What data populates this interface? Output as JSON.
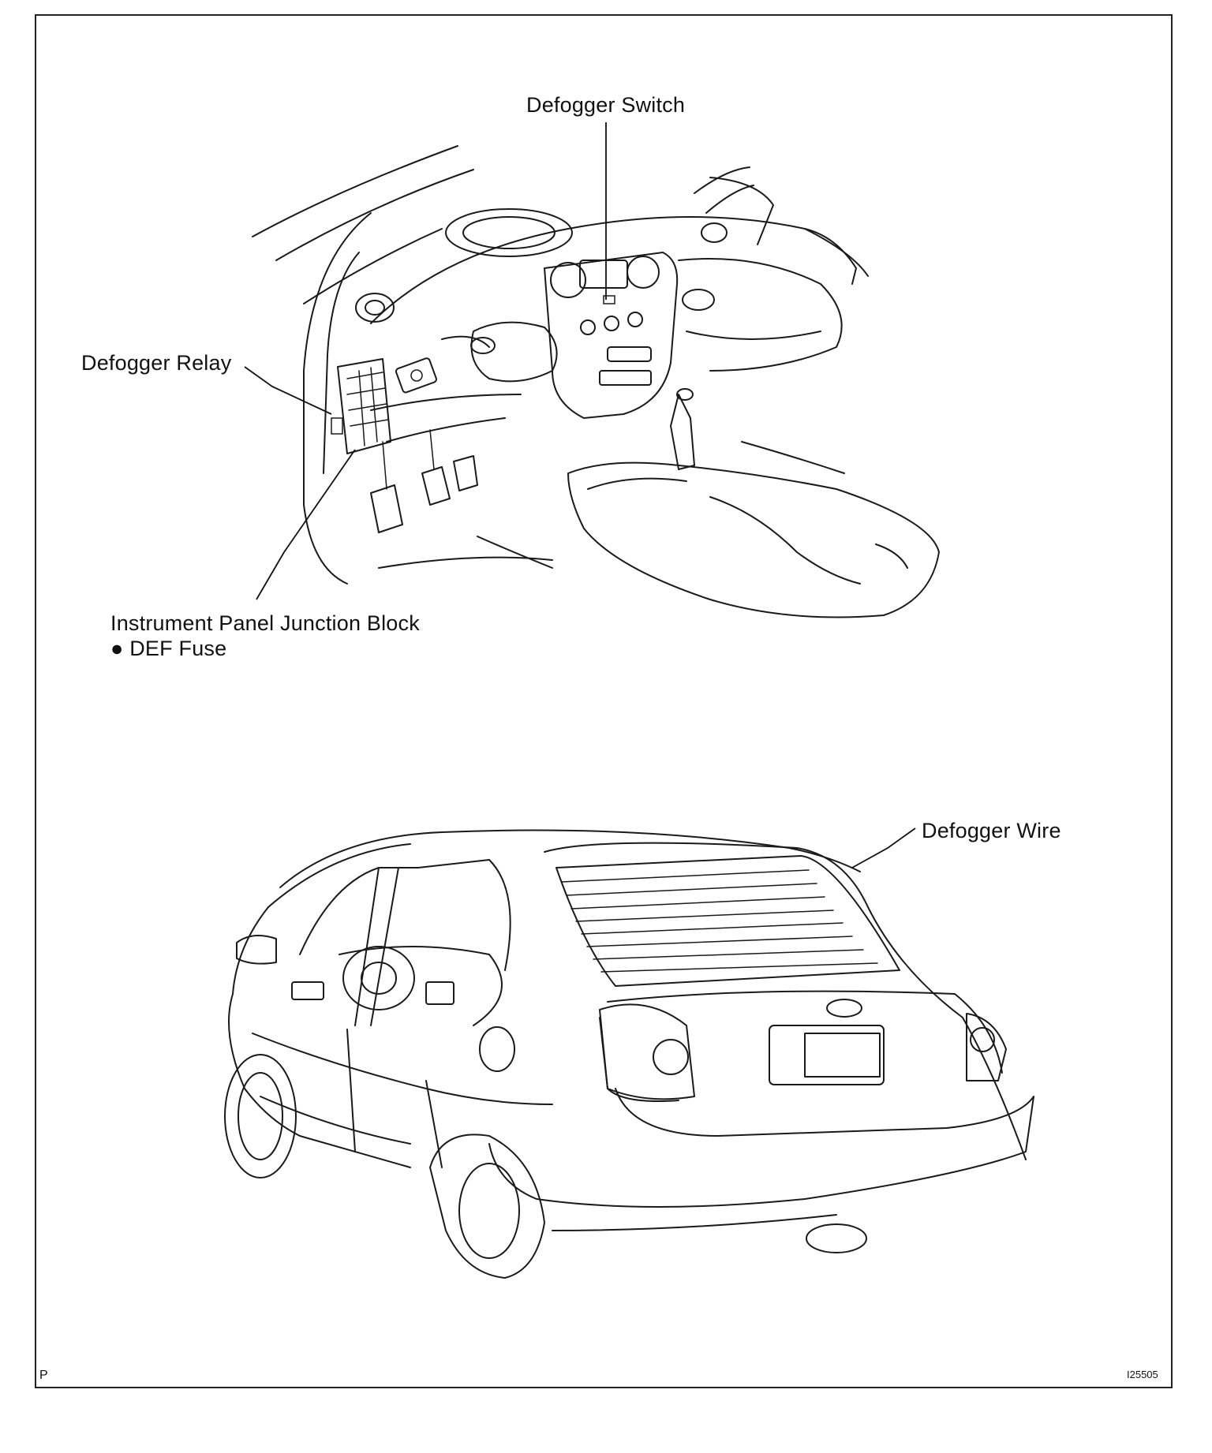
{
  "labels": {
    "defogger_switch": "Defogger Switch",
    "defogger_relay": "Defogger Relay",
    "ip_junction_block": "Instrument Panel Junction Block",
    "def_fuse": "● DEF Fuse",
    "defogger_wire": "Defogger Wire"
  },
  "corner": {
    "left": "P",
    "right": "I25505"
  }
}
